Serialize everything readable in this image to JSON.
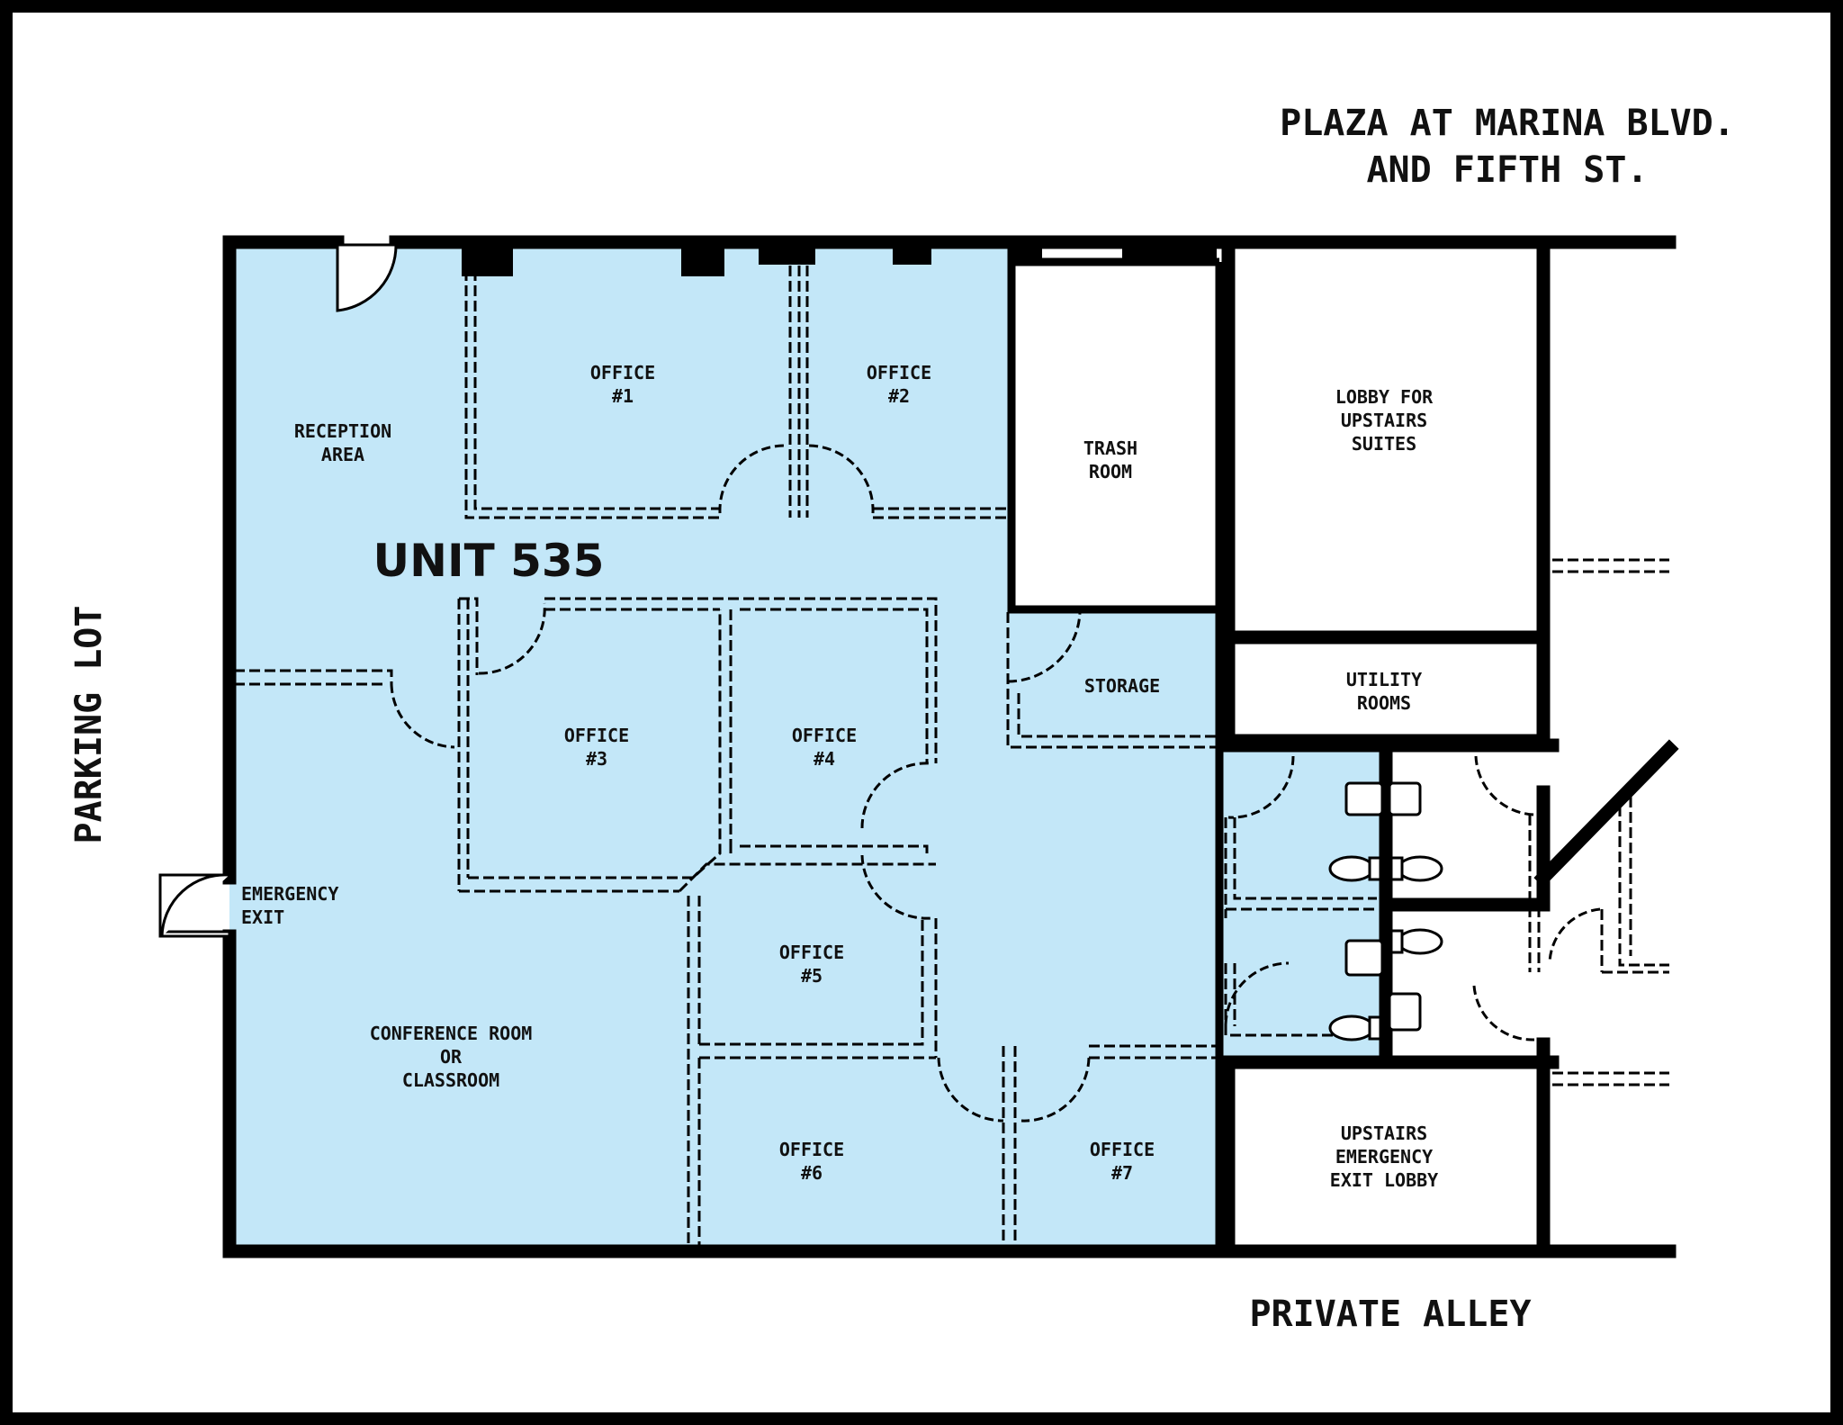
{
  "title_lines": [
    "PLAZA AT MARINA BLVD.",
    "AND FIFTH ST."
  ],
  "unit_label": "UNIT 535",
  "side_labels": {
    "left": "PARKING LOT",
    "bottom": "PRIVATE ALLEY"
  },
  "rooms": {
    "reception": [
      "RECEPTION",
      "AREA"
    ],
    "office1": [
      "OFFICE",
      "#1"
    ],
    "office2": [
      "OFFICE",
      "#2"
    ],
    "office3": [
      "OFFICE",
      "#3"
    ],
    "office4": [
      "OFFICE",
      "#4"
    ],
    "office5": [
      "OFFICE",
      "#5"
    ],
    "office6": [
      "OFFICE",
      "#6"
    ],
    "office7": [
      "OFFICE",
      "#7"
    ],
    "trash": [
      "TRASH",
      "ROOM"
    ],
    "lobby": [
      "LOBBY FOR",
      "UPSTAIRS",
      "SUITES"
    ],
    "storage": [
      "STORAGE"
    ],
    "utility": [
      "UTILITY",
      "ROOMS"
    ],
    "emergency_exit": [
      "EMERGENCY",
      "EXIT"
    ],
    "conference": [
      "CONFERENCE ROOM",
      "OR",
      "CLASSROOM"
    ],
    "upstairs_exit": [
      "UPSTAIRS",
      "EMERGENCY",
      "EXIT LOBBY"
    ]
  },
  "colors": {
    "unit_fill": "#c3e7f8",
    "walls": "#000000",
    "border": "#000000",
    "background": "#ffffff"
  }
}
